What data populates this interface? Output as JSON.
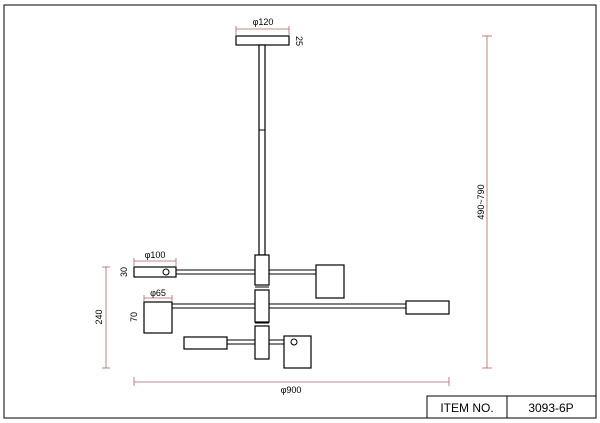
{
  "dimensions": {
    "canopy_diameter": "φ120",
    "canopy_height": "25",
    "total_height": "490~790",
    "arm_end_diameter": "φ100",
    "arm_end_height": "30",
    "shade_diameter": "φ65",
    "shade_height": "70",
    "body_height": "240",
    "overall_width": "φ900"
  },
  "title_block": {
    "label": "ITEM NO.",
    "item_number": "3093-6P"
  }
}
